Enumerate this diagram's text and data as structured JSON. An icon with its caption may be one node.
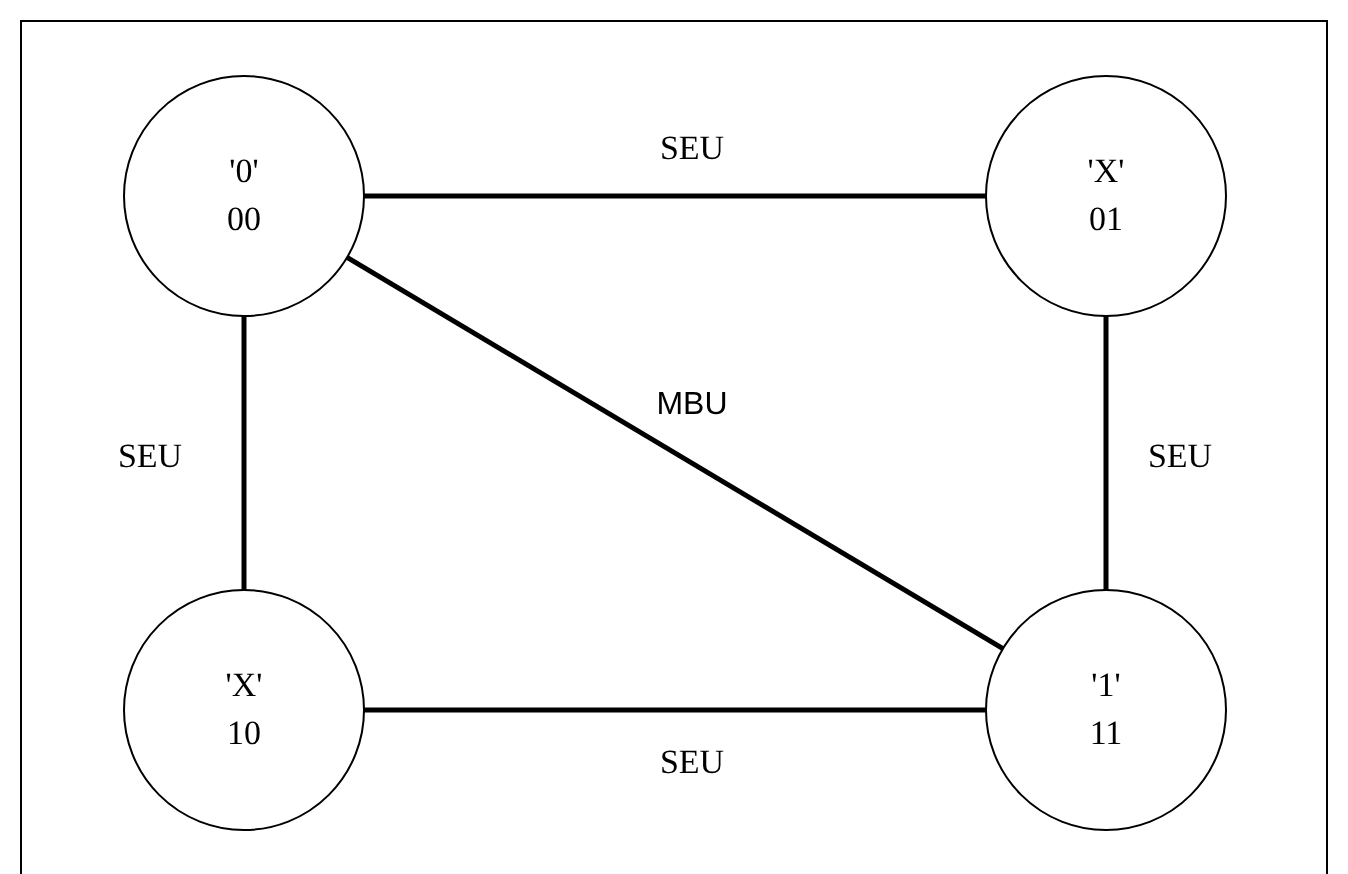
{
  "diagram": {
    "nodes": [
      {
        "text": [
          "'0'",
          "00"
        ]
      },
      {
        "text": [
          "'X'",
          "01"
        ]
      },
      {
        "text": [
          "'X'",
          "10"
        ]
      },
      {
        "text": [
          "'1'",
          "11"
        ]
      }
    ],
    "edges": [
      {
        "from": 0,
        "to": 1,
        "arrow": "none",
        "label": "SEU"
      },
      {
        "from": 0,
        "to": 2,
        "arrow": "none",
        "label": "SEU"
      },
      {
        "from": 0,
        "to": 3,
        "arrow": "none",
        "label": "MBU"
      },
      {
        "from": 1,
        "to": 3,
        "arrow": "none",
        "label": "SEU"
      },
      {
        "from": 2,
        "to": 3,
        "arrow": "none",
        "label": "SEU"
      }
    ]
  }
}
